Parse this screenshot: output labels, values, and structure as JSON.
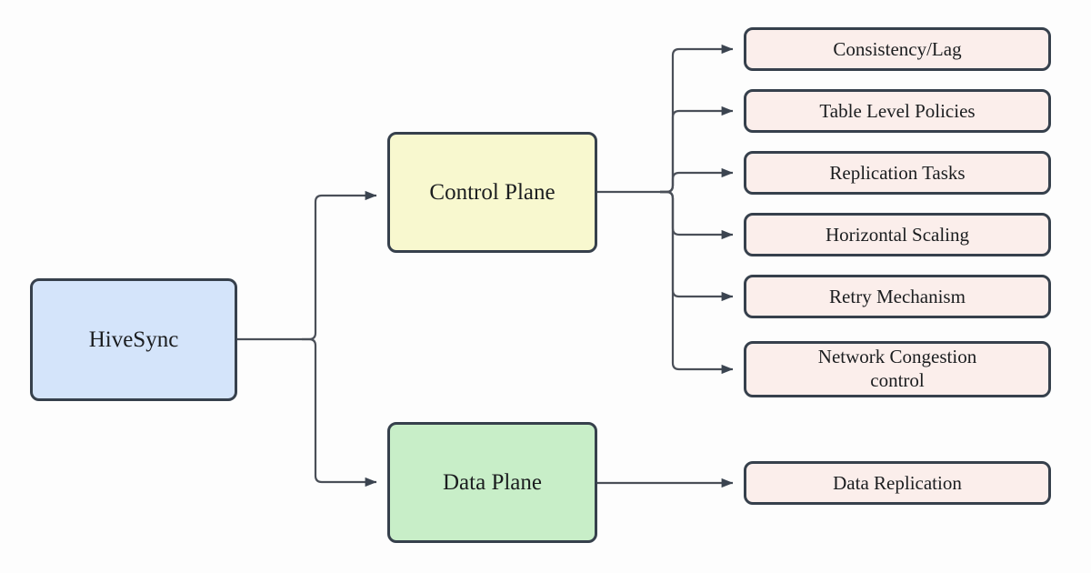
{
  "diagram": {
    "type": "flowchart",
    "orientation": "left-to-right",
    "background_color": "#fdfdfd",
    "edge_color": "#4a4f58",
    "border_color": "#36404c",
    "root": {
      "label": "HiveSync",
      "fill_color": "#d4e4fa"
    },
    "planes": [
      {
        "label": "Control Plane",
        "fill_color": "#f8f8cf"
      },
      {
        "label": "Data Plane",
        "fill_color": "#c8eec8"
      }
    ],
    "control_plane_children": [
      {
        "label": "Consistency/Lag",
        "fill_color": "#fbeeeb"
      },
      {
        "label": "Table Level Policies",
        "fill_color": "#fbeeeb"
      },
      {
        "label": "Replication Tasks",
        "fill_color": "#fbeeeb"
      },
      {
        "label": "Horizontal Scaling",
        "fill_color": "#fbeeeb"
      },
      {
        "label": "Retry Mechanism",
        "fill_color": "#fbeeeb"
      },
      {
        "label_line1": "Network Congestion",
        "label_line2": "control",
        "fill_color": "#fbeeeb"
      }
    ],
    "data_plane_children": [
      {
        "label": "Data Replication",
        "fill_color": "#fbeeeb"
      }
    ]
  }
}
